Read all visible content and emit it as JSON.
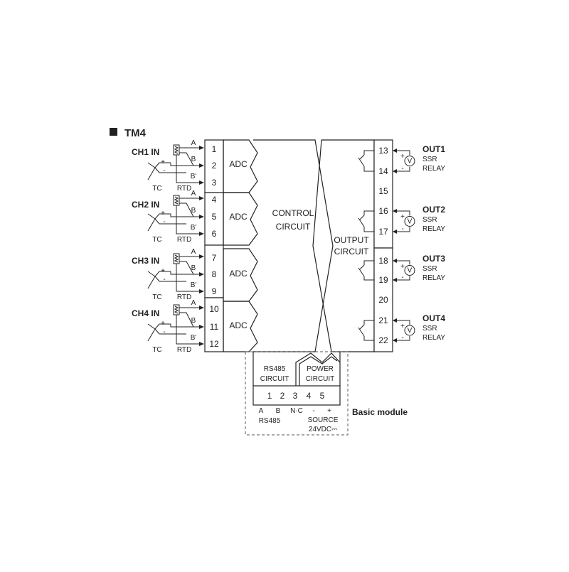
{
  "title": "TM4",
  "channels": [
    {
      "label": "CH1 IN",
      "terminals": [
        "1",
        "2",
        "3"
      ]
    },
    {
      "label": "CH2 IN",
      "terminals": [
        "4",
        "5",
        "6"
      ]
    },
    {
      "label": "CH3 IN",
      "terminals": [
        "7",
        "8",
        "9"
      ]
    },
    {
      "label": "CH4 IN",
      "terminals": [
        "10",
        "11",
        "12"
      ]
    }
  ],
  "channel_pins": {
    "a": "A",
    "b": "B",
    "b_prime": "B'",
    "tc": "TC",
    "rtd": "RTD",
    "plus": "+",
    "minus": "-"
  },
  "adc_label": "ADC",
  "control": {
    "line1": "CONTROL",
    "line2": "CIRCUIT"
  },
  "output_circuit": {
    "line1": "OUTPUT",
    "line2": "CIRCUIT"
  },
  "output_terminals": [
    "13",
    "14",
    "15",
    "16",
    "17",
    "18",
    "19",
    "20",
    "21",
    "22"
  ],
  "outputs": [
    {
      "label": "OUT1",
      "line1": "SSR",
      "line2": "RELAY"
    },
    {
      "label": "OUT2",
      "line1": "SSR",
      "line2": "RELAY"
    },
    {
      "label": "OUT3",
      "line1": "SSR",
      "line2": "RELAY"
    },
    {
      "label": "OUT4",
      "line1": "SSR",
      "line2": "RELAY"
    }
  ],
  "voltmeter": "V",
  "basic": {
    "rs485_line1": "RS485",
    "rs485_line2": "CIRCUIT",
    "power_line1": "POWER",
    "power_line2": "CIRCUIT",
    "terminals": [
      "1",
      "2",
      "3",
      "4",
      "5"
    ],
    "pin_labels": [
      "A",
      "B",
      "N·C",
      "-",
      "+"
    ],
    "rs485": "RS485",
    "source_line1": "SOURCE",
    "source_line2": "24VDC⎓",
    "label": "Basic module"
  }
}
